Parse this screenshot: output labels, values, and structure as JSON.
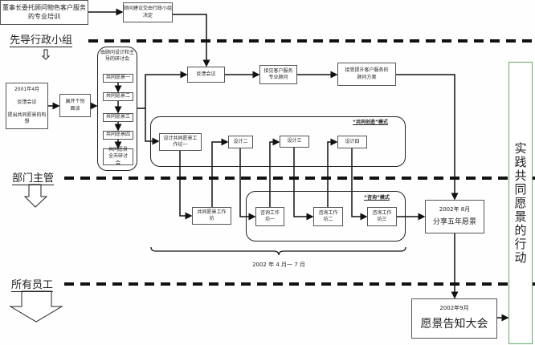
{
  "lanes": {
    "pilot": "先导行政小组",
    "managers": "部门主管",
    "staff": "所有员工"
  },
  "top": {
    "chairman": "董事长委托顾问物色客户服务的专业培训",
    "advisor": "顾问建议交由行政小组决定"
  },
  "start": {
    "date": "2001年4月",
    "line1": "反馈会议",
    "line2": "提出共同愿景的构想"
  },
  "interviews": "展开个别面谈",
  "seminar": {
    "title": "由顾问设计和主导的研讨会",
    "items": [
      "共同愿景一",
      "共同愿景二",
      "共同愿景三",
      "共同愿景四",
      "共同愿景全天研讨会"
    ]
  },
  "feedback": "反馈会议",
  "meet": "接见客户服务专业顾问",
  "accept": "接受提升客户服务的顾问方案",
  "cocreate": {
    "label": "“共同创造”模式",
    "ws1": "设计共同愿景工作坊一",
    "d2": "设计二",
    "d3": "设计三",
    "d4": "设计四"
  },
  "consult": {
    "label": "“咨询”模式",
    "ws": "共同愿景工作坊",
    "c1": "咨询工作坊一",
    "c2": "咨询工作坊二",
    "c3": "咨询工作坊三"
  },
  "period": "2002 年 4 月一 7 月",
  "share": {
    "date": "2002年 8月",
    "title": "分享五年愿景"
  },
  "announce": {
    "date": "2002年9月",
    "title": "愿景告知大会"
  },
  "action": "实践共同愿景的行动"
}
